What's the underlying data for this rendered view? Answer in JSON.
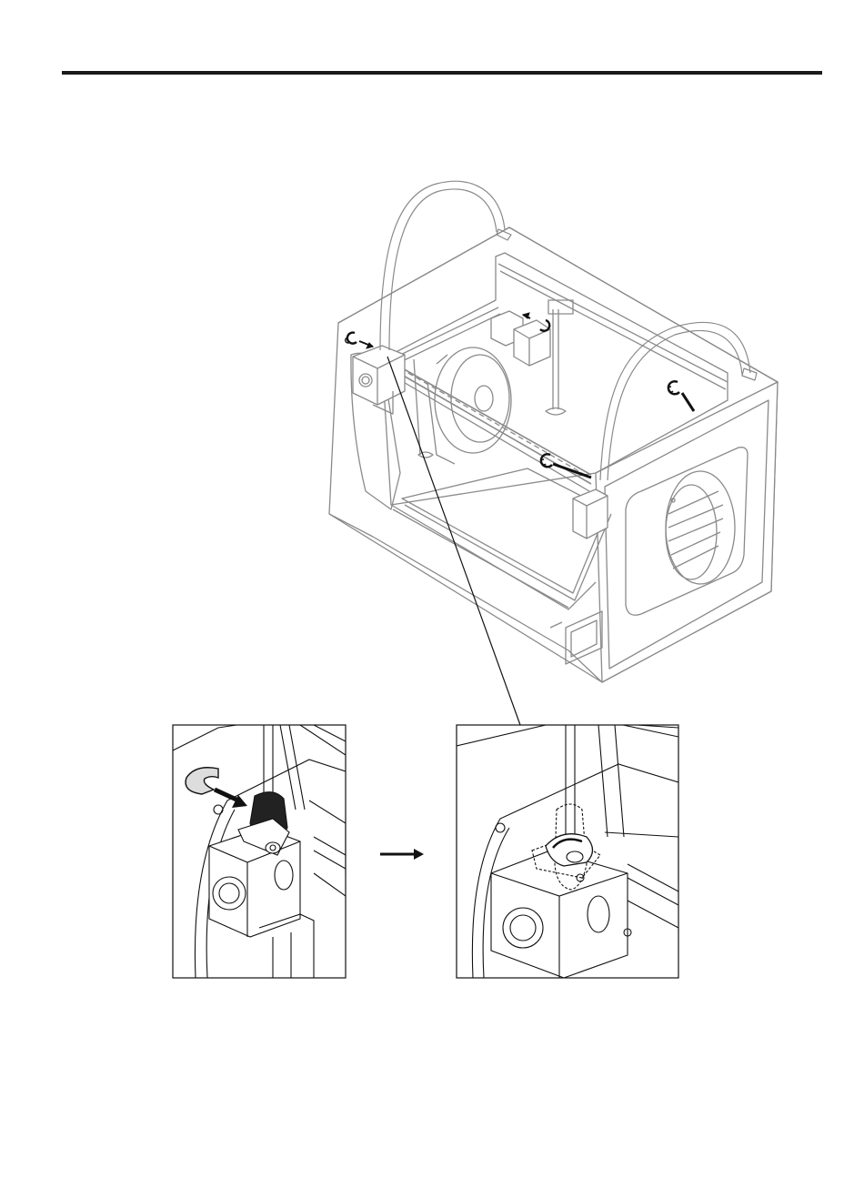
{
  "page": {
    "background": "#ffffff",
    "line_color": "#1a1a1a",
    "light_line_color": "#888888"
  },
  "figure": {
    "main_illustration": "3d-printer-dual-extruder",
    "detail_before": "extruder-clip-insertion",
    "detail_after": "extruder-clip-installed",
    "transition": "arrow-right-icon"
  }
}
